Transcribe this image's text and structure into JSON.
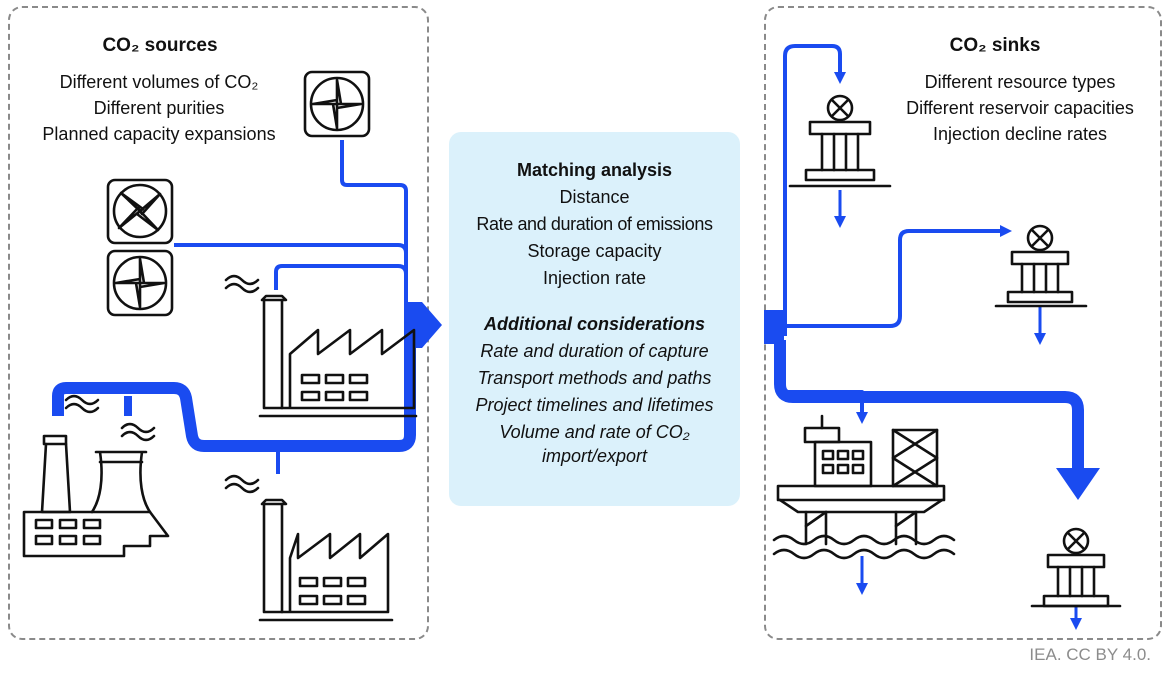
{
  "sources": {
    "title": "CO₂ sources",
    "lines": [
      "Different volumes of CO₂",
      "Different purities",
      "Planned capacity expansions"
    ]
  },
  "matching": {
    "title": "Matching analysis",
    "items": [
      "Distance",
      "Rate and duration of emissions",
      "Storage capacity",
      "Injection rate"
    ],
    "additional_title": "Additional considerations",
    "additional_items": [
      "Rate and duration of capture",
      "Transport methods and paths",
      "Project timelines and lifetimes",
      "Volume and rate of CO₂",
      "import/export"
    ]
  },
  "sinks": {
    "title": "CO₂ sinks",
    "lines": [
      "Different resource types",
      "Different reservoir capacities",
      "Injection decline rates"
    ]
  },
  "credit": "IEA. CC BY 4.0.",
  "colors": {
    "flow": "#1a4bf0",
    "center_bg": "#dbf1fb",
    "border": "#8a8a8a",
    "icon": "#111111"
  }
}
